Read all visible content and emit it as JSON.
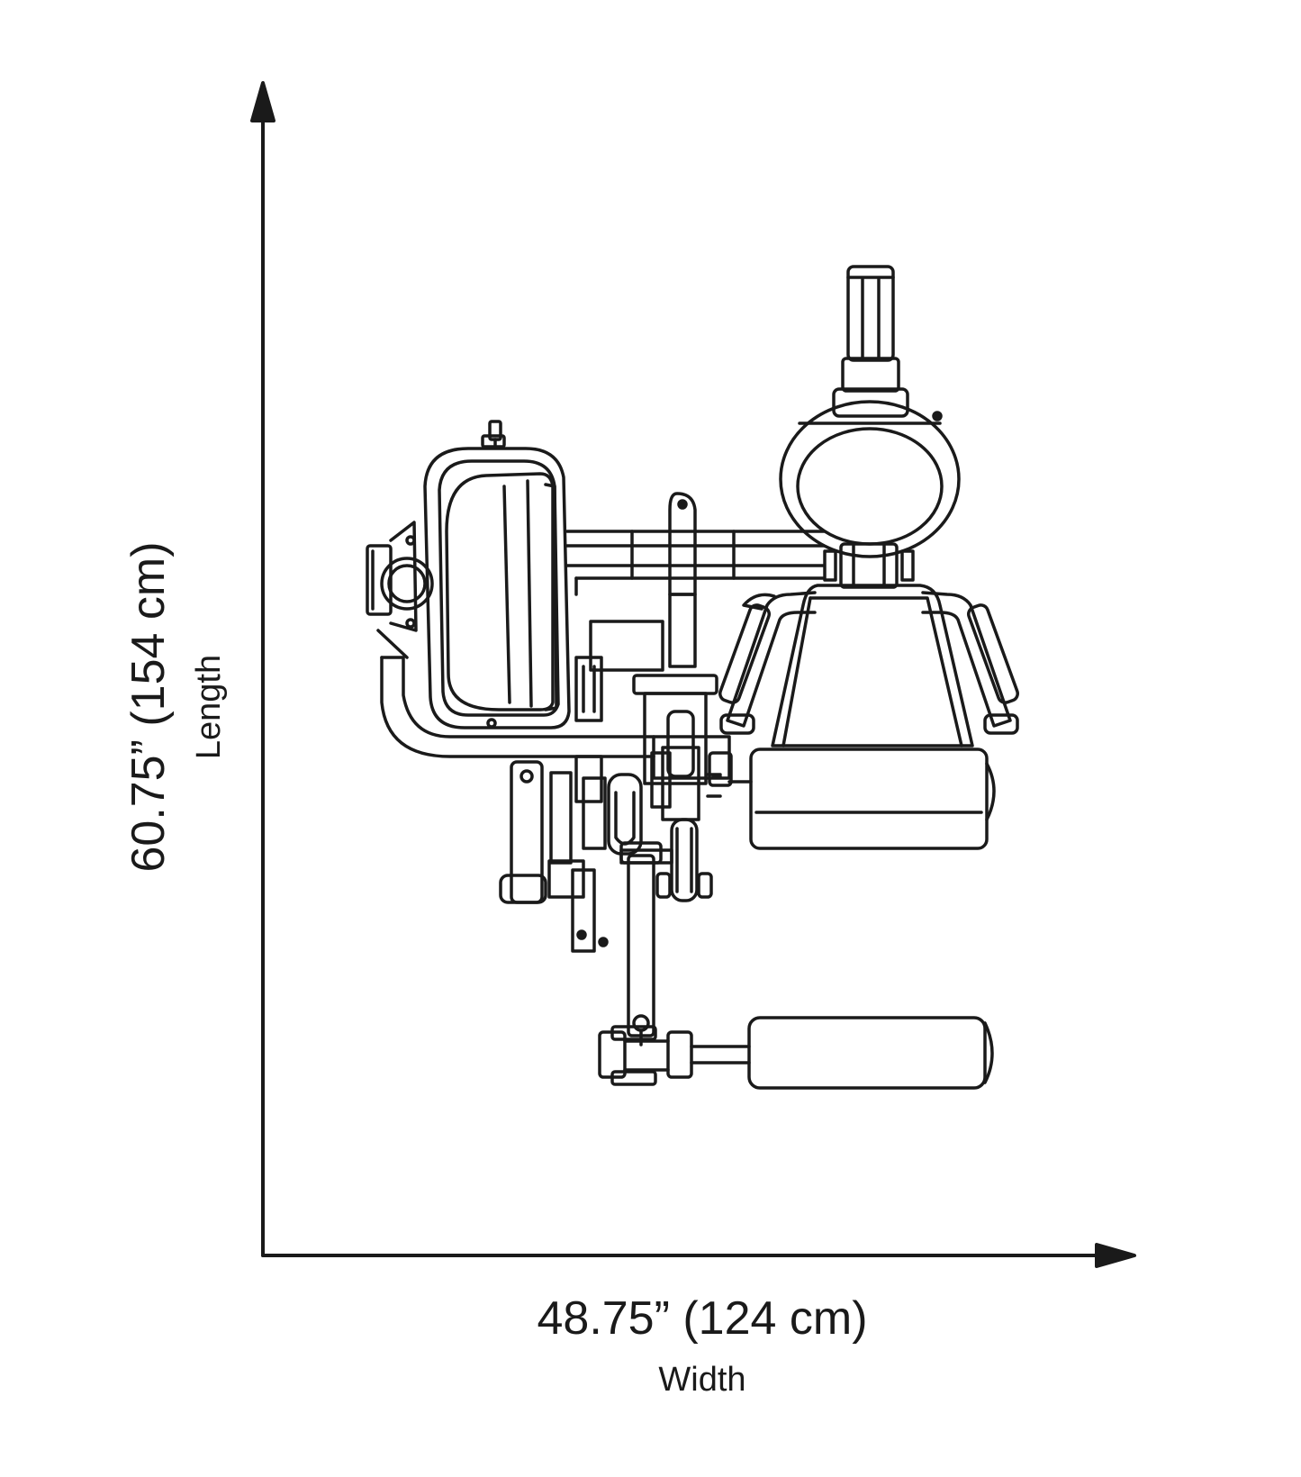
{
  "dimensions": {
    "width": {
      "value": "48.75” (124 cm)",
      "caption": "Width"
    },
    "length": {
      "value": "60.75” (154 cm)",
      "caption": "Length"
    }
  },
  "colors": {
    "line": "#1a1a1a",
    "background": "#ffffff"
  }
}
